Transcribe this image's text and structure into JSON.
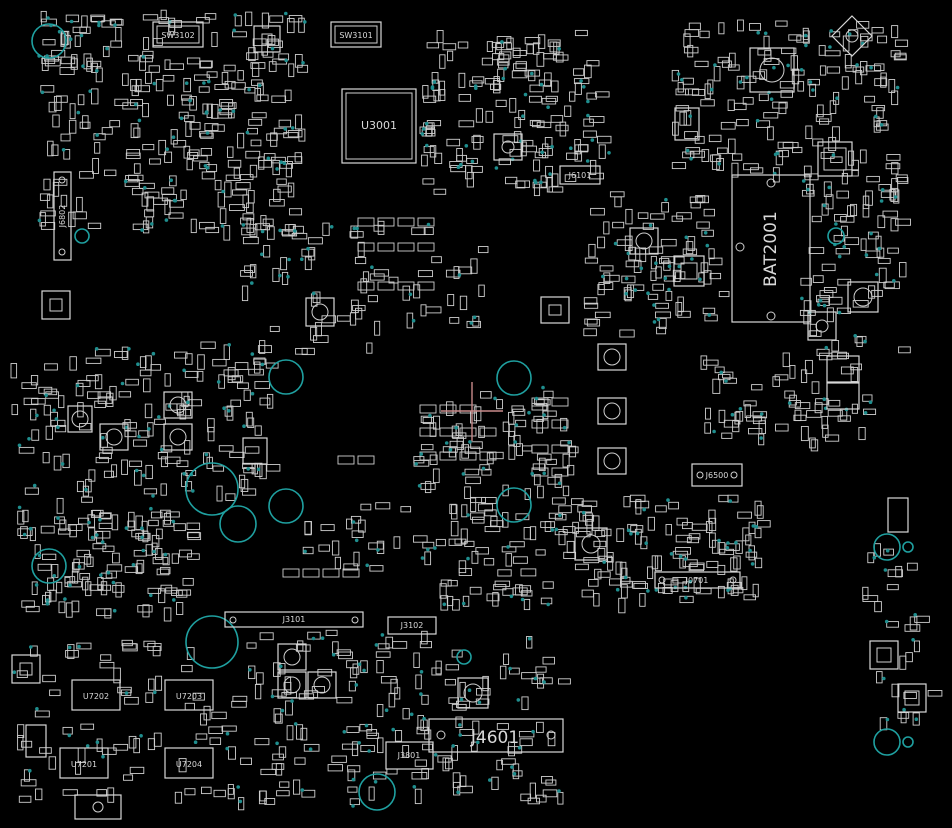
{
  "board": {
    "components": [
      {
        "id": "u3001",
        "label": "U3001"
      },
      {
        "id": "bat2001",
        "label": "BAT2001"
      },
      {
        "id": "j4601",
        "label": "J4601"
      },
      {
        "id": "j3101",
        "label": "J3101"
      },
      {
        "id": "j3102",
        "label": "J3102"
      },
      {
        "id": "j0701",
        "label": "J0701"
      },
      {
        "id": "j6802",
        "label": "J6802"
      },
      {
        "id": "j6101",
        "label": "J6101"
      },
      {
        "id": "j6500",
        "label": "J6500"
      },
      {
        "id": "j3801",
        "label": "J3801"
      },
      {
        "id": "sw3102",
        "label": "SW3102"
      },
      {
        "id": "sw3101",
        "label": "SW3101"
      },
      {
        "id": "u7201",
        "label": "U7201"
      },
      {
        "id": "u7202",
        "label": "U7202"
      },
      {
        "id": "u7203",
        "label": "U7203"
      },
      {
        "id": "u7204",
        "label": "U7204"
      }
    ]
  },
  "colors": {
    "background": "#000000",
    "silkscreen": "#d8d8d8",
    "via": "#1f8e8e",
    "mounting_hole": "#1fa0a0",
    "crosshair": "#c98a8a"
  }
}
